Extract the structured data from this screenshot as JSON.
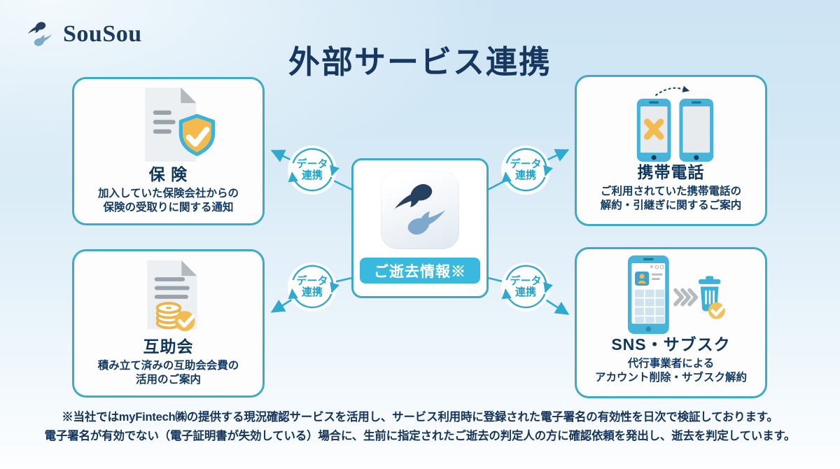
{
  "logo": {
    "brand": "SouSou"
  },
  "title": "外部サービス連携",
  "center": {
    "pill_label": "ご逝去情報※"
  },
  "connector": {
    "label_line1": "データ",
    "label_line2": "連携"
  },
  "cards": [
    {
      "id": "insurance",
      "label": "保 険",
      "desc_line1": "加入していた保険会社からの",
      "desc_line2": "保険の受取りに関する通知",
      "icon": "document-shield-check-icon"
    },
    {
      "id": "mobile",
      "label": "携帯電話",
      "desc_line1": "ご利用されていた携帯電話の",
      "desc_line2": "解約・引継ぎに関するご案内",
      "icon": "phones-transfer-icon"
    },
    {
      "id": "mutual-aid",
      "label": "互助会",
      "desc_line1": "積み立て済みの互助会会費の",
      "desc_line2": "活用のご案内",
      "icon": "document-coins-check-icon"
    },
    {
      "id": "sns",
      "label": "SNS・サブスク",
      "desc_line1": "代行事業者による",
      "desc_line2": "アカウント削除・サブスク解約",
      "icon": "phone-delete-trash-icon"
    }
  ],
  "footnote": {
    "line1": "※当社ではmyFintech㈱の提供する現況確認サービスを活用し、サービス利用時に登録された電子署名の有効性を日次で検証しております。",
    "line2": "電子署名が有効でない（電子証明書が失効している）場合に、生前に指定されたご逝去の判定人の方に確認依頼を発出し、逝去を判定しています。"
  },
  "colors": {
    "accent_cyan": "#2fa9cf",
    "card_border": "#3daac9",
    "pill_bg": "#3ab9de",
    "navy_text": "#16375f",
    "amber": "#f2bb50",
    "logo_dark": "#26415f",
    "logo_light": "#7fa8cd"
  }
}
